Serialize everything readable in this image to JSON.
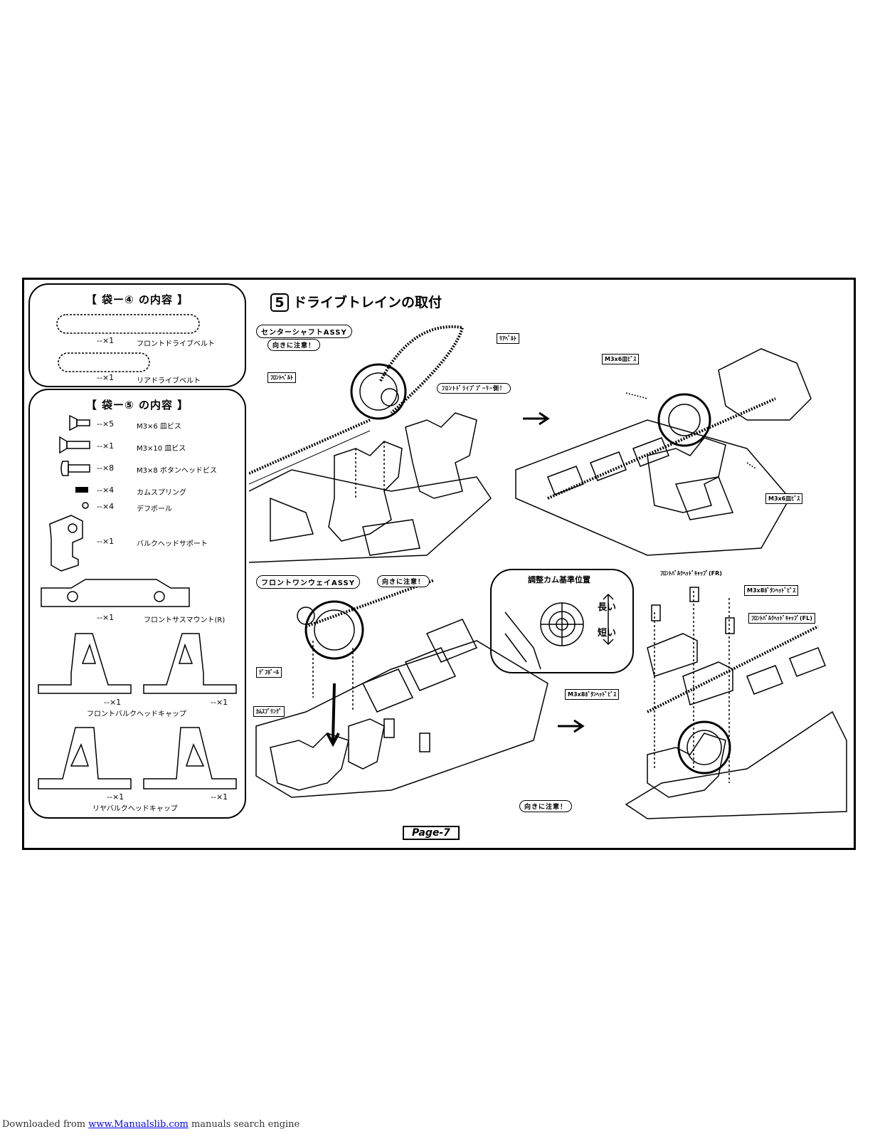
{
  "bag4": {
    "title": "【 袋ー④ の内容 】",
    "items": [
      {
        "qty": "--×1",
        "name": "フロントドライブベルト"
      },
      {
        "qty": "--×1",
        "name": "リアドライブベルト"
      }
    ]
  },
  "bag5": {
    "title": "【 袋ー⑤ の内容 】",
    "items": [
      {
        "qty": "--×5",
        "name": "M3×6 皿ビス"
      },
      {
        "qty": "--×1",
        "name": "M3×10 皿ビス"
      },
      {
        "qty": "--×8",
        "name": "M3×8 ボタンヘッドビス"
      },
      {
        "qty": "--×4",
        "name": "カムスプリング"
      },
      {
        "qty": "--×4",
        "name": "デフボール"
      },
      {
        "qty": "--×1",
        "name": "バルクヘッドサポート"
      },
      {
        "qty": "--×1",
        "name": "フロントサスマウント(R)"
      }
    ],
    "front_bulkhead": {
      "qty_left": "--×1",
      "qty_right": "--×1",
      "name": "フロントバルクヘッドキャップ"
    },
    "rear_bulkhead": {
      "qty_left": "--×1",
      "qty_right": "--×1",
      "name": "リヤバルクヘッドキャップ"
    }
  },
  "step": {
    "number": "5",
    "title": "ドライブトレインの取付"
  },
  "top": {
    "assy_label": "センターシャフトASSY",
    "caution": "向きに注意！",
    "front_belt": "ﾌﾛﾝﾄﾍﾞﾙﾄ",
    "front_pulley": "ﾌﾛﾝﾄﾄﾞﾗｲﾌﾞﾌﾟｰﾘｰ側！",
    "rear_belt": "ﾘｱﾍﾞﾙﾄ",
    "screw_top": "M3x6皿ﾋﾞｽ",
    "screw_bottom": "M3x6皿ﾋﾞｽ"
  },
  "bottom": {
    "assy_label": "フロントワンウェイASSY",
    "caution_top": "向きに注意！",
    "diff_ball": "ﾃﾞﾌﾎﾞｰﾙ",
    "cam_spring": "ｶﾑｽﾌﾟﾘﾝｸﾞ",
    "caution_bottom": "向きに注意！",
    "cam_title": "調整カム基準位置",
    "cam_long": "長い",
    "cam_short": "短い",
    "cap_fr": "ﾌﾛﾝﾄﾊﾞﾙｸﾍｯﾄﾞｷｬｯﾌﾟ(FR)",
    "button_screw_top": "M3x8ﾎﾞﾀﾝﾍｯﾄﾞﾋﾞｽ",
    "cap_fl": "ﾌﾛﾝﾄﾊﾞﾙｸﾍｯﾄﾞｷｬｯﾌﾟ(FL)",
    "button_screw_mid": "M3x8ﾎﾞﾀﾝﾍｯﾄﾞﾋﾞｽ"
  },
  "page_label": "Page-7",
  "footer": {
    "prefix": "Downloaded from",
    "link": "www.Manualslib.com",
    "suffix": "manuals search engine"
  }
}
